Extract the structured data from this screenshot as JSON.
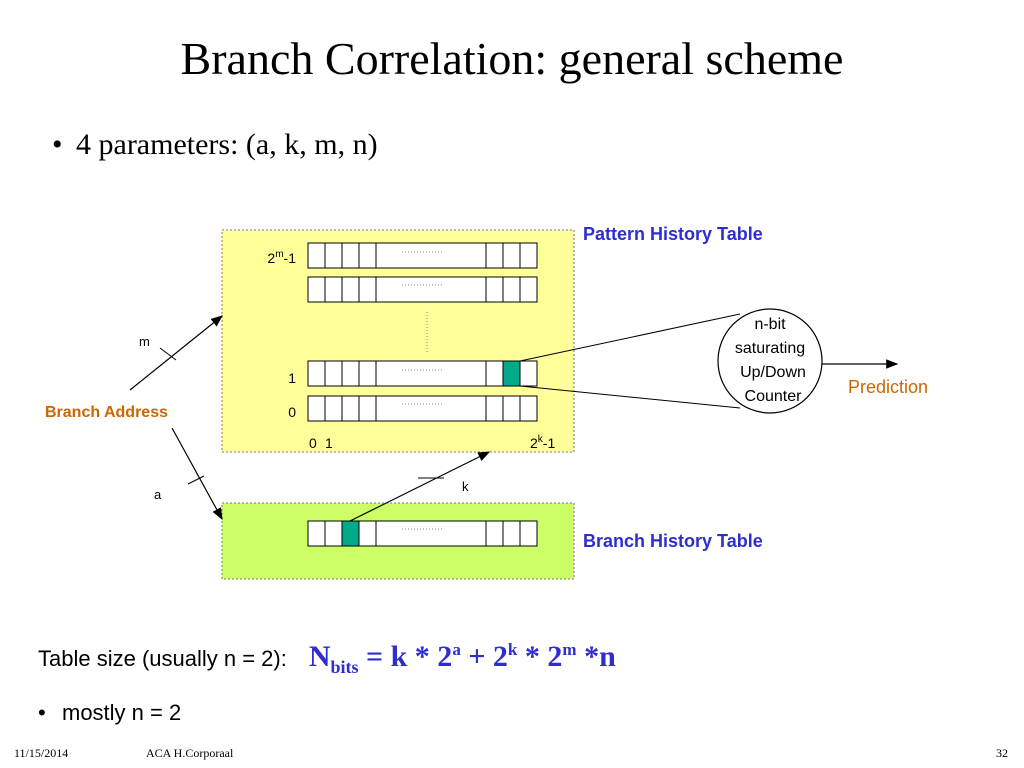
{
  "slide": {
    "title": "Branch Correlation: general scheme",
    "bullet_1": "4 parameters: (a, k, m, n)",
    "bullet_marker": "•"
  },
  "diagram": {
    "pht_label": "Pattern History Table",
    "bht_label": "Branch History Table",
    "branch_address": "Branch Address",
    "label_m": "m",
    "label_a": "a",
    "label_k": "k",
    "row_top_base": "2",
    "row_top_sup": "m",
    "row_top_suffix": "-1",
    "row_1": "1",
    "row_0": "0",
    "col_0": "0",
    "col_1": "1",
    "col_last_base": "2",
    "col_last_sup": "k",
    "col_last_suffix": "-1",
    "counter_lines": [
      "n-bit",
      "saturating",
      "Up/Down",
      "Counter"
    ],
    "prediction": "Prediction",
    "colors": {
      "pht_fill": "#ffff99",
      "bht_fill": "#ccff66",
      "highlight_cell": "#00aa88",
      "title_blue": "#2d2dd0",
      "orange": "#cc6600"
    }
  },
  "formula": {
    "prefix": "Table size (usually n = 2):",
    "N": "N",
    "N_sub": "bits",
    "part1": " = k * 2",
    "sup_a": "a",
    "part2": " + 2",
    "sup_k": "k",
    "part3": " * 2",
    "sup_m": "m",
    "part4": " *n"
  },
  "bullet_2": "mostly n = 2",
  "footer": {
    "date": "11/15/2014",
    "author": "ACA H.Corporaal",
    "page": "32"
  }
}
